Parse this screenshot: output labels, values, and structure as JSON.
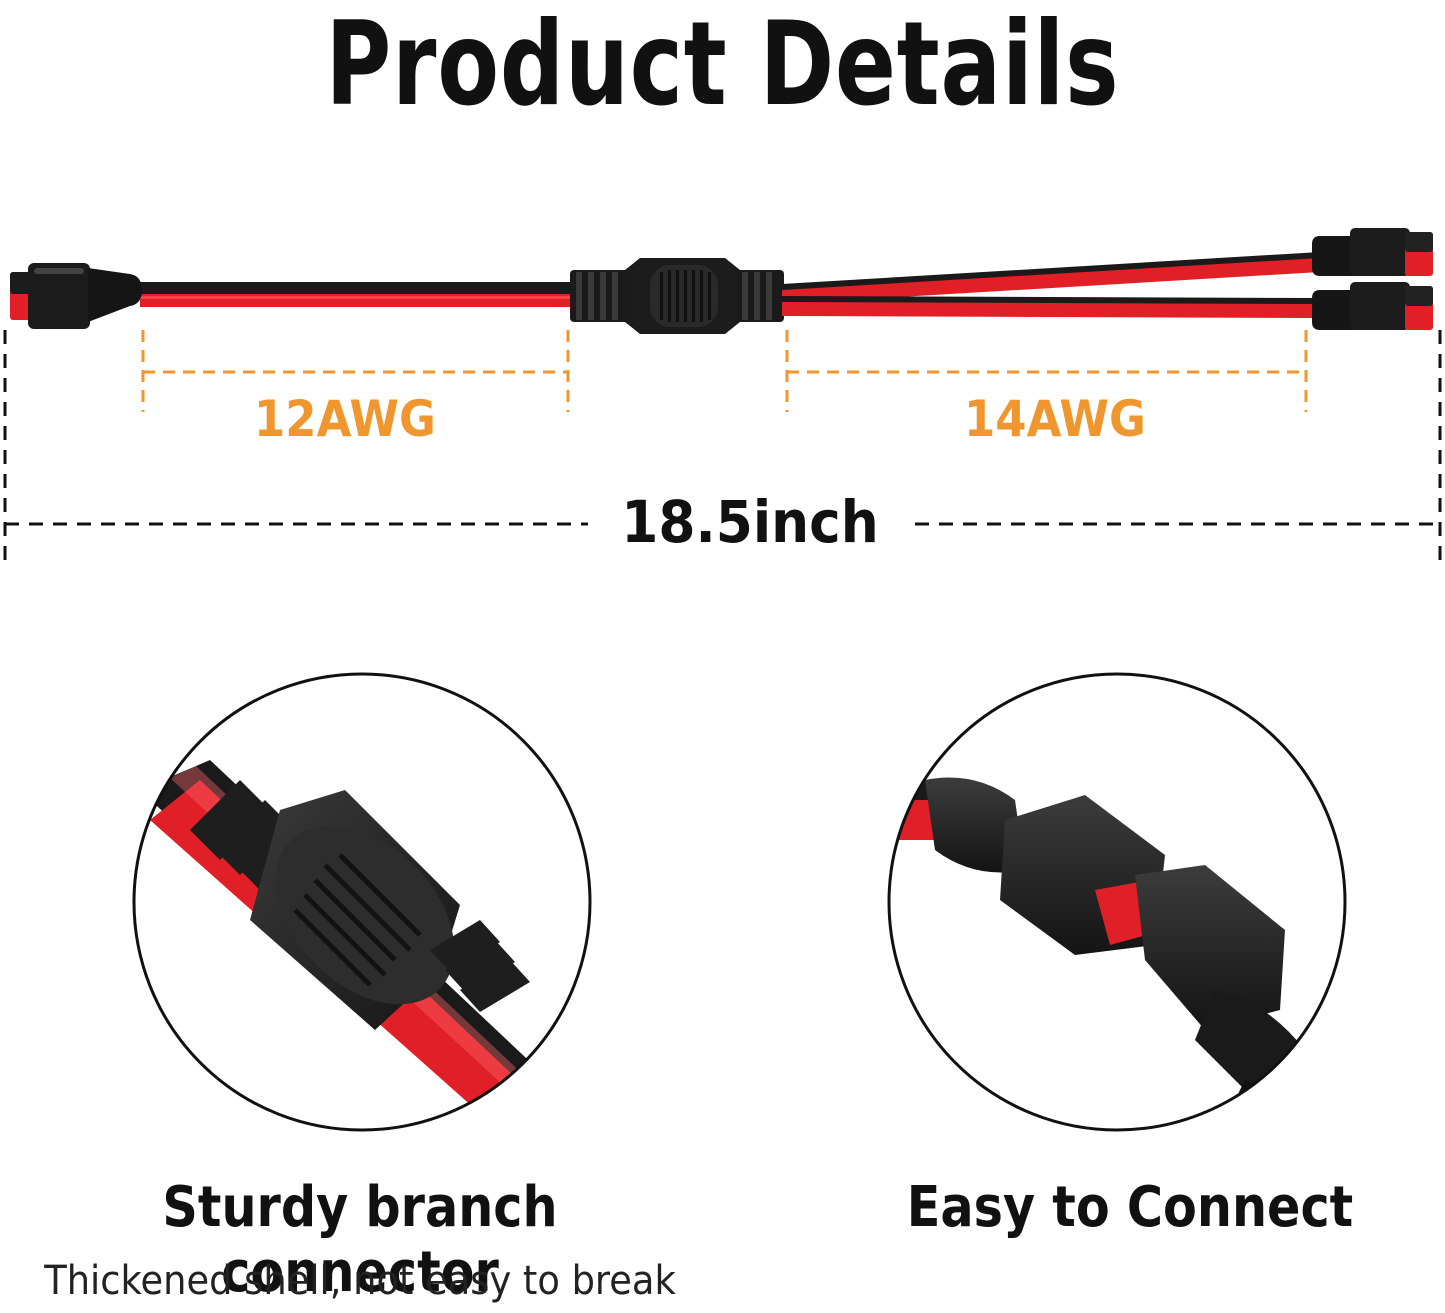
{
  "header": {
    "title": "Product Details"
  },
  "dimensions": {
    "left_gauge": "12AWG",
    "right_gauge": "14AWG",
    "total_length": "18.5inch"
  },
  "features": [
    {
      "title": "Sturdy branch connector",
      "subtitle": "Thickened shell, not easy to break"
    },
    {
      "title": "Easy to Connect"
    }
  ],
  "colors": {
    "gauge_accent": "#f0962e",
    "wire_red": "#e01f26",
    "wire_black": "#1a1a1a",
    "text": "#111111"
  }
}
